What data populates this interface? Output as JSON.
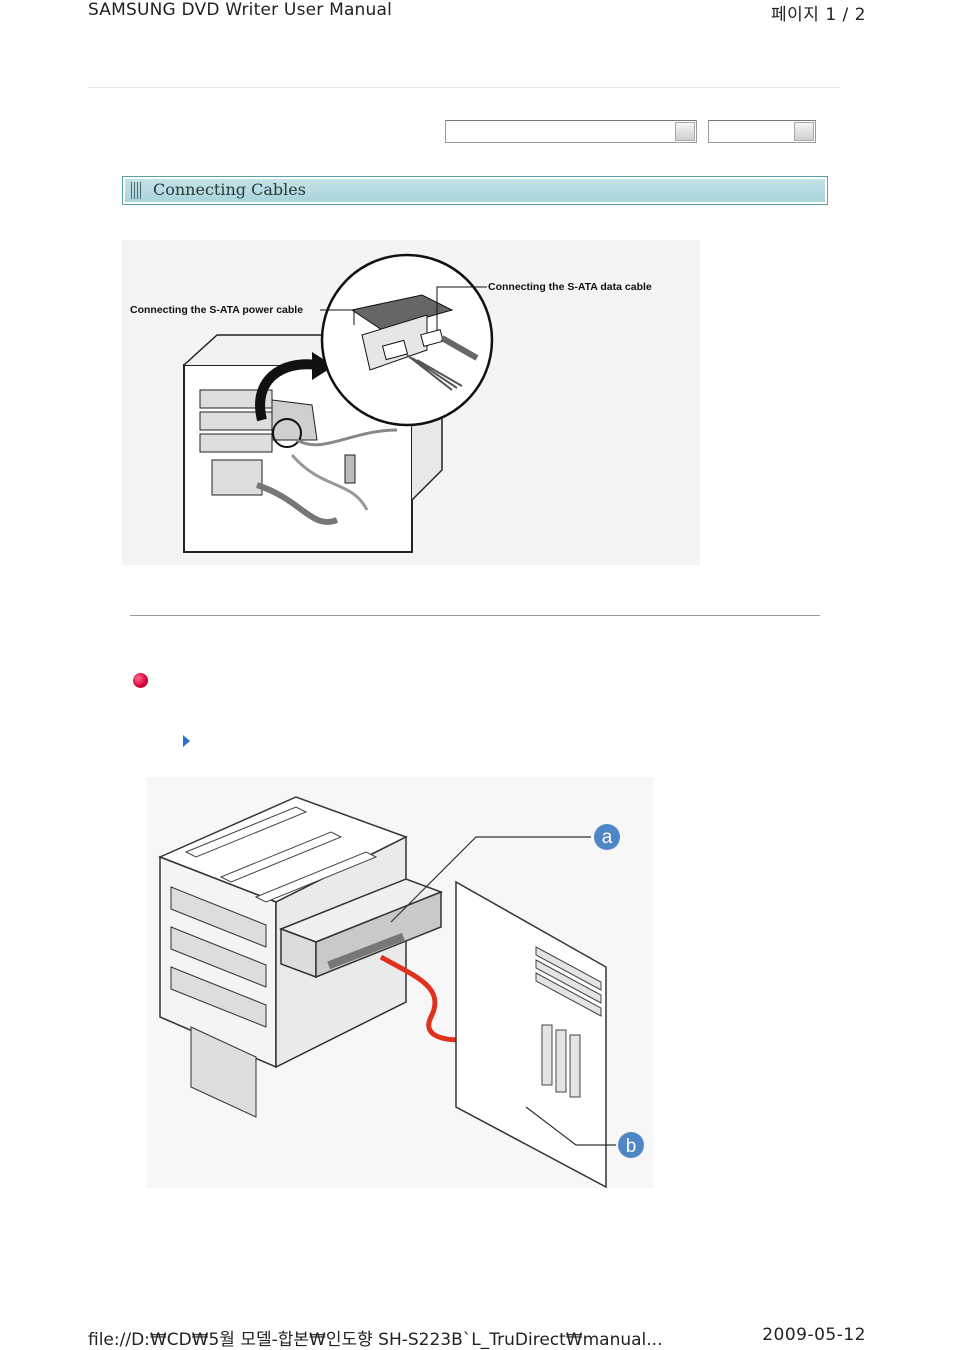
{
  "header": {
    "title": "SAMSUNG DVD Writer User Manual",
    "page": "페이지 1 / 2"
  },
  "section": {
    "title": "Connecting Cables"
  },
  "figure1": {
    "label_data": "Connecting the S-ATA  data cable",
    "label_power": "Connecting the S-ATA power cable"
  },
  "figure2": {
    "callout_a": "a",
    "callout_b": "b"
  },
  "footer": {
    "path": "file://D:₩CD₩5월 모델-합본₩인도향 SH-S223B`L_TruDirect₩manual...",
    "date": "2009-05-12"
  }
}
